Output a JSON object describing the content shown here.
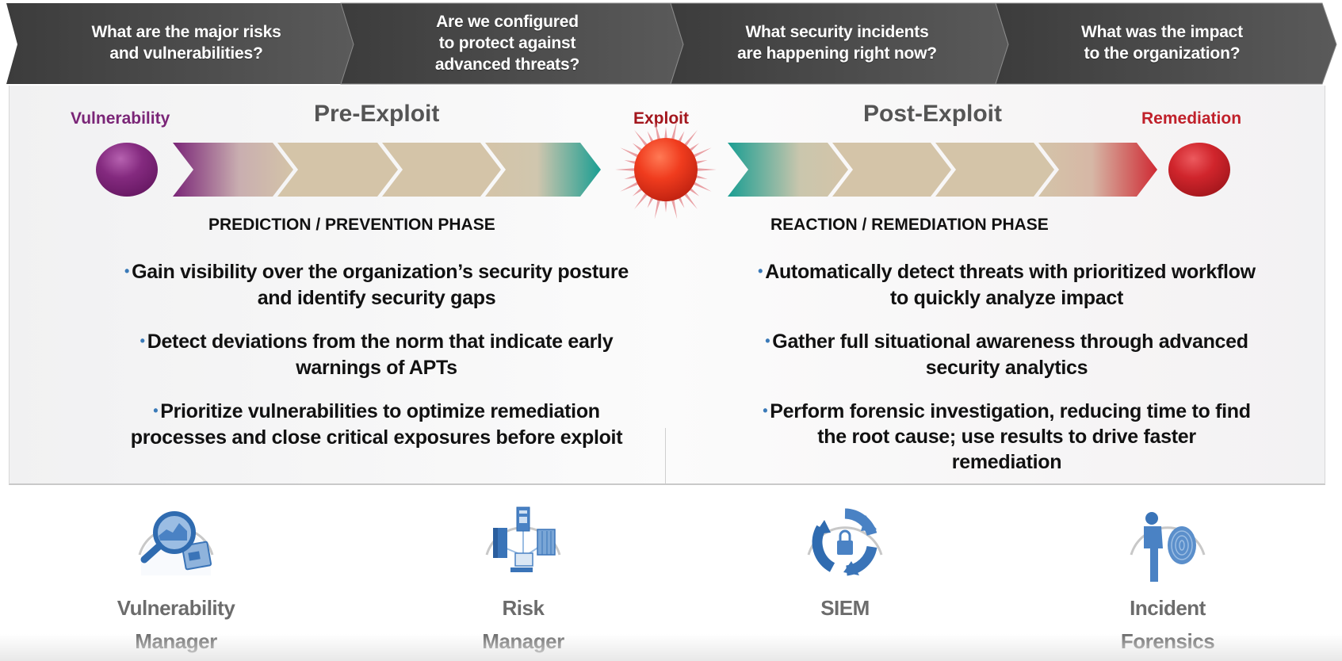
{
  "banner": {
    "questions": [
      "What are the major risks and vulnerabilities?",
      "Are we configured to protect against advanced threats?",
      "What security incidents are happening right now?",
      "What was the impact to the organization?"
    ],
    "question_lines": [
      [
        "What are the major risks",
        "and vulnerabilities?"
      ],
      [
        "Are we configured",
        "to protect against",
        "advanced threats?"
      ],
      [
        "What security incidents",
        "are happening right now?"
      ],
      [
        "What was the impact",
        "to the organization?"
      ]
    ]
  },
  "timeline": {
    "vulnerability_label": "Vulnerability",
    "pre_exploit_label": "Pre-Exploit",
    "exploit_label": "Exploit",
    "post_exploit_label": "Post-Exploit",
    "remediation_label": "Remediation",
    "colors": {
      "vulnerability": "#7a2577",
      "exploit": "#e8361c",
      "remediation": "#cf2129",
      "transition": "#1a9e92",
      "chevron": "#d4c4a8"
    }
  },
  "phases": {
    "pre": {
      "title": "PREDICTION / PREVENTION PHASE",
      "bullets": [
        [
          "Gain visibility over the organization’s security posture",
          "and identify security gaps"
        ],
        [
          "Detect deviations from the norm that indicate early",
          "warnings of APTs"
        ],
        [
          "Prioritize vulnerabilities to optimize remediation",
          "processes and close critical exposures before exploit"
        ]
      ]
    },
    "post": {
      "title": "REACTION / REMEDIATION PHASE",
      "bullets": [
        [
          "Automatically detect threats with prioritized workflow",
          "to quickly analyze impact"
        ],
        [
          "Gather full situational awareness through advanced",
          "security analytics"
        ],
        [
          "Perform forensic investigation, reducing time to find",
          "the root cause; use results to drive faster",
          "remediation"
        ]
      ]
    }
  },
  "products": [
    {
      "icon": "magnifier-icon",
      "lines": [
        "Vulnerability",
        "Manager"
      ]
    },
    {
      "icon": "network-icon",
      "lines": [
        "Risk",
        "Manager"
      ]
    },
    {
      "icon": "cycle-lock-icon",
      "lines": [
        "SIEM"
      ]
    },
    {
      "icon": "person-fingerprint-icon",
      "lines": [
        "Incident",
        "Forensics"
      ]
    }
  ]
}
